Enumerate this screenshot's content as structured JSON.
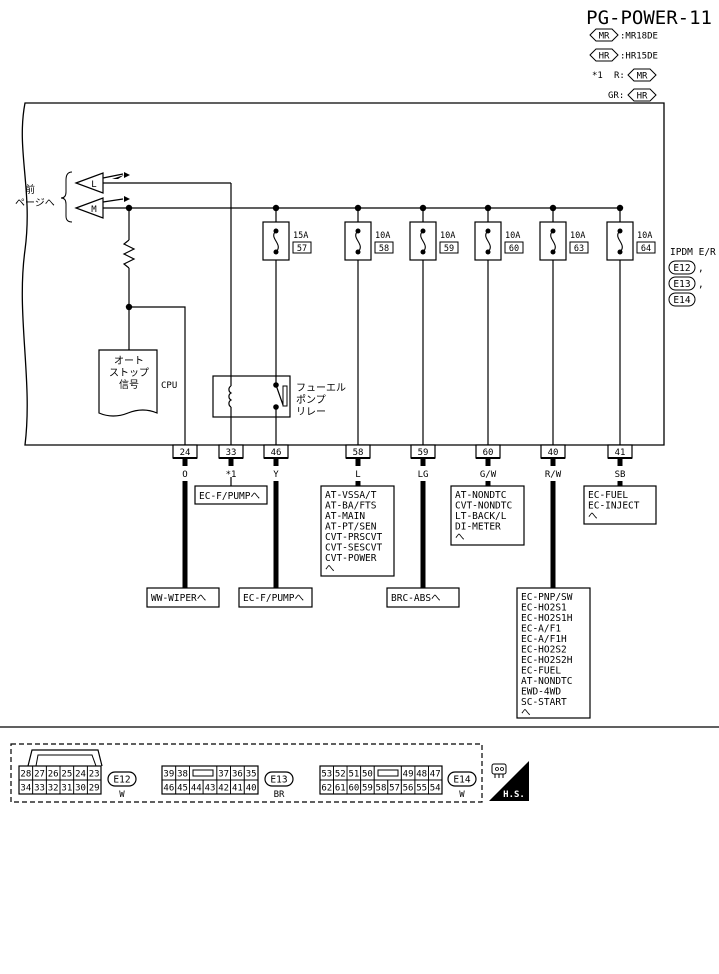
{
  "header": {
    "title": "PG-POWER-11",
    "legend": [
      {
        "tag": "MR",
        "text": ":MR18DE"
      },
      {
        "tag": "HR",
        "text": ":HR15DE"
      },
      {
        "prefix": "*1",
        "code": "R:",
        "tag": "MR"
      },
      {
        "code": "GR:",
        "tag": "HR"
      }
    ]
  },
  "module": {
    "name": "IPDM E/R",
    "connectors": [
      "E12",
      "E13",
      "E14"
    ],
    "separators": [
      ",",
      ","
    ],
    "cpu_label": "CPU",
    "auto_stop_lines": [
      "オート",
      "ストップ",
      "信号"
    ],
    "relay_lines": [
      "フューエル",
      "ポンプ",
      "リレー"
    ],
    "prev_page_lines": [
      "前",
      "ページへ"
    ],
    "feed_l": "L",
    "feed_m": "M",
    "arrow": "へ"
  },
  "fuses": [
    {
      "amp": "15A",
      "num": "57"
    },
    {
      "amp": "10A",
      "num": "58"
    },
    {
      "amp": "10A",
      "num": "59"
    },
    {
      "amp": "10A",
      "num": "60"
    },
    {
      "amp": "10A",
      "num": "63"
    },
    {
      "amp": "10A",
      "num": "64"
    }
  ],
  "pins": [
    {
      "num": "24",
      "color": "O"
    },
    {
      "num": "33",
      "color": "*1"
    },
    {
      "num": "46",
      "color": "Y"
    },
    {
      "num": "58",
      "color": "L"
    },
    {
      "num": "59",
      "color": "LG"
    },
    {
      "num": "60",
      "color": "G/W"
    },
    {
      "num": "40",
      "color": "R/W"
    },
    {
      "num": "41",
      "color": "SB"
    }
  ],
  "refs": {
    "ecfpump_top": "EC-F/PUMPへ",
    "wwwiper": "WW-WIPERへ",
    "ecfpump_bottom": "EC-F/PUMPへ",
    "brcabs": "BRC-ABSへ",
    "list_l": [
      "AT-VSSA/T",
      "AT-BA/FTS",
      "AT-MAIN",
      "AT-PT/SEN",
      "CVT-PRSCVT",
      "CVT-SESCVT",
      "CVT-POWER",
      "へ"
    ],
    "list_gw": [
      "AT-NONDTC",
      "CVT-NONDTC",
      "LT-BACK/L",
      "DI-METER",
      "へ"
    ],
    "list_sb": [
      "EC-FUEL",
      "EC-INJECT",
      "へ"
    ],
    "list_rw": [
      "EC-PNP/SW",
      "EC-HO2S1",
      "EC-HO2S1H",
      "EC-A/F1",
      "EC-A/F1H",
      "EC-HO2S2",
      "EC-HO2S2H",
      "EC-FUEL",
      "AT-NONDTC",
      "EWD-4WD",
      "SC-START",
      "へ"
    ]
  },
  "connector_faces": {
    "e12": {
      "top": [
        "28",
        "27",
        "26",
        "25",
        "24",
        "23"
      ],
      "bottom": [
        "34",
        "33",
        "32",
        "31",
        "30",
        "29"
      ],
      "name": "E12",
      "color": "W"
    },
    "e13": {
      "top_left": [
        "39",
        "38"
      ],
      "top_right": [
        "37",
        "36",
        "35"
      ],
      "bottom": [
        "46",
        "45",
        "44",
        "43",
        "42",
        "41",
        "40"
      ],
      "name": "E13",
      "color": "BR"
    },
    "e14": {
      "top_left": [
        "53",
        "52",
        "51",
        "50"
      ],
      "top_right": [
        "49",
        "48",
        "47"
      ],
      "bottom": [
        "62",
        "61",
        "60",
        "59",
        "58",
        "57",
        "56",
        "55",
        "54"
      ],
      "name": "E14",
      "color": "W"
    },
    "hs": "H.S."
  }
}
